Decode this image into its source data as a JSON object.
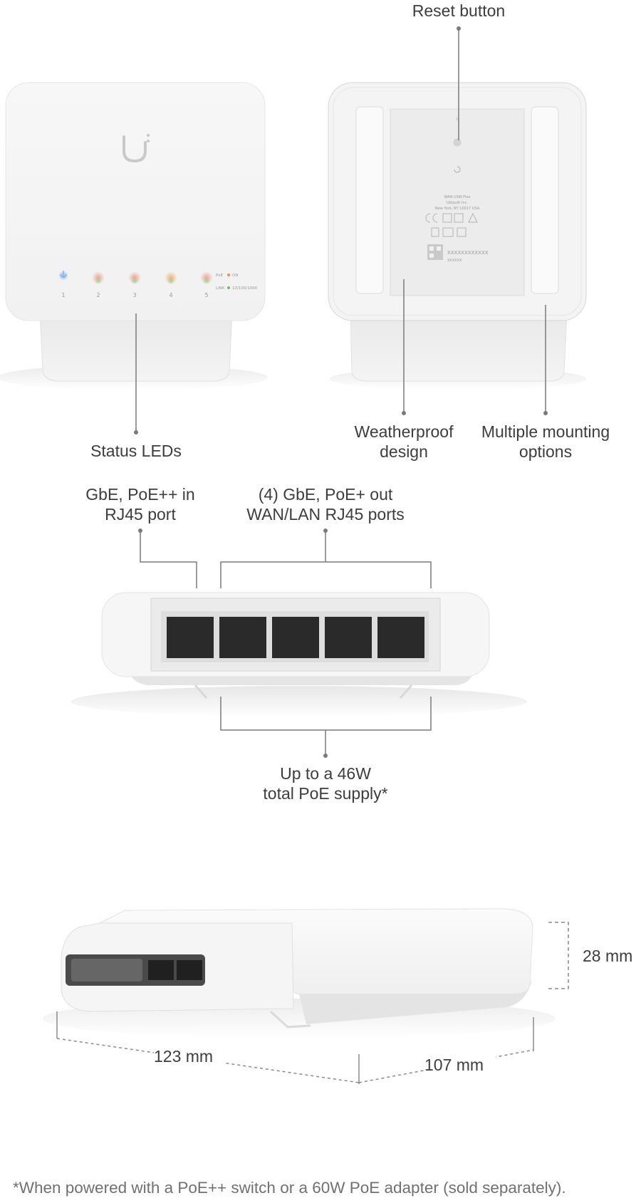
{
  "callouts": {
    "reset_button": "Reset button",
    "status_leds": "Status LEDs",
    "weatherproof_line1": "Weatherproof",
    "weatherproof_line2": "design",
    "mounting_line1": "Multiple mounting",
    "mounting_line2": "options",
    "poe_in_line1": "GbE, PoE++ in",
    "poe_in_line2": "RJ45 port",
    "poe_out_line1": "(4) GbE, PoE+ out",
    "poe_out_line2": "WAN/LAN RJ45 ports",
    "supply_line1": "Up to a 46W",
    "supply_line2": "total PoE supply*"
  },
  "dimensions": {
    "height": "28 mm",
    "width": "123 mm",
    "depth": "107 mm"
  },
  "front_leds": {
    "port_labels": [
      "1",
      "2",
      "3",
      "4",
      "5"
    ],
    "legend": [
      "PoE",
      "ON",
      "LINK",
      "10/100/1000"
    ]
  },
  "back_label": {
    "lines": [
      "WAN USW-Flex",
      "Ubiquiti Inc.",
      "New York, NY 10017 USA"
    ],
    "serial": "XXXXXXXXXXXX",
    "code": "XXXXXX"
  },
  "footnote": "*When powered with a PoE++ switch or a 60W PoE adapter (sold separately).",
  "colors": {
    "led_blue": "#8fc0ec",
    "led_red": "#f2a89c",
    "led_orange": "#f6b27a",
    "led_green": "#a8d59b",
    "callout_line": "#7a7a7a",
    "device_white": "#f6f6f6"
  }
}
